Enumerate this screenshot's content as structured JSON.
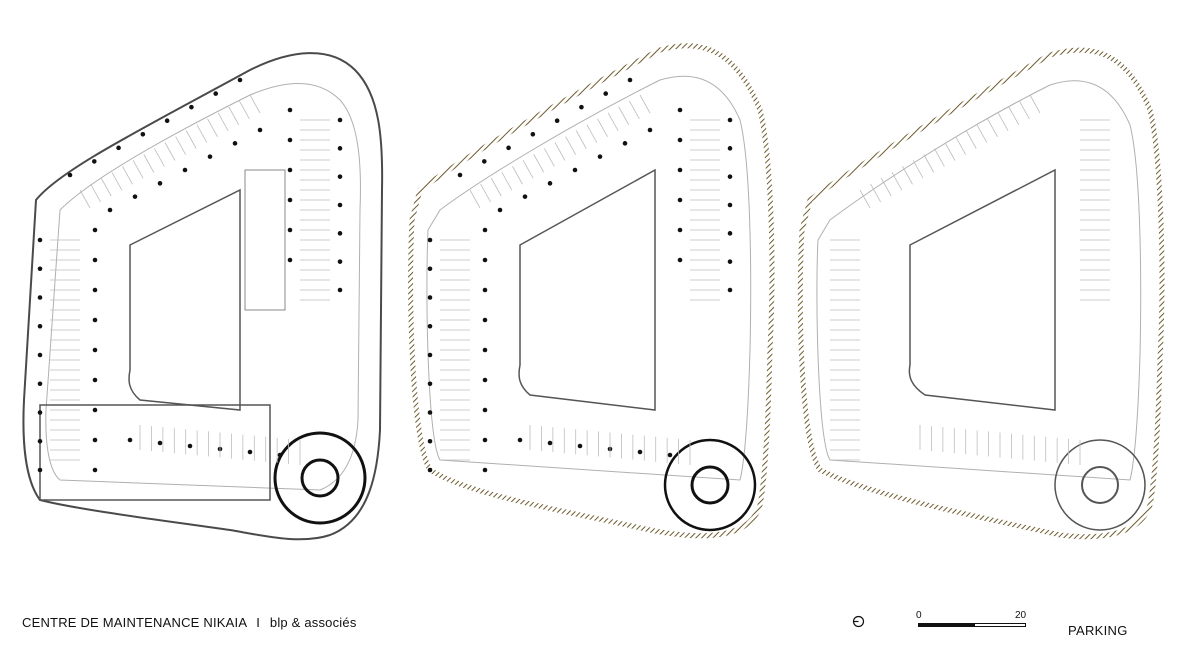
{
  "caption": {
    "project": "CENTRE DE MAINTENANCE NIKAIA",
    "separator": "I",
    "architect": "blp & associés"
  },
  "scale_bar": {
    "start_label": "0",
    "end_label": "20"
  },
  "level_label": "PARKING",
  "north_icon": "north-arrow-icon",
  "colors": {
    "line": "#4a4a4a",
    "light_line": "#b8b8b8",
    "facade_hatch": "#8a7440",
    "column": "#111111"
  }
}
